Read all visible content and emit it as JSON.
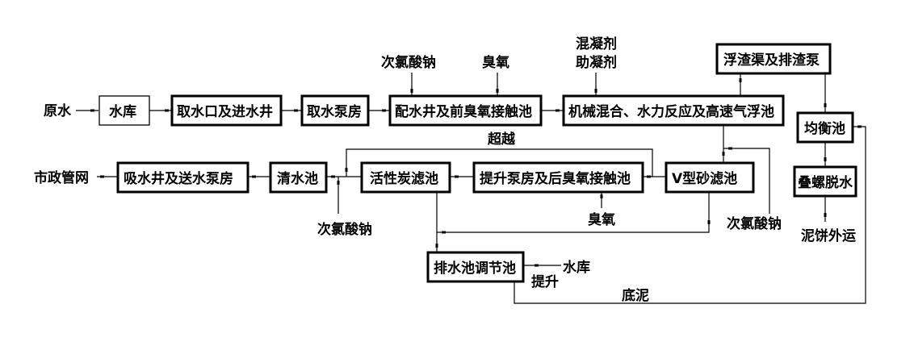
{
  "diagram": {
    "type": "process-flow",
    "nodes": {
      "raw_water": "原水",
      "reservoir": "水库",
      "intake": "取水口及进水井",
      "intake_pump": "取水泵房",
      "distribution_well": "配水井及前臭氧接触池",
      "mixing_flotation": "机械混合、水力反应及高速气浮池",
      "scum_channel": "浮渣渠及排渣泵",
      "equalization_tank": "均衡池",
      "screw_dewatering": "叠螺脱水",
      "cake_out": "泥饼外运",
      "v_filter": "V型砂滤池",
      "lift_pump_post_ozone": "提升泵房及后臭氧接触池",
      "gac_filter": "活性炭滤池",
      "clear_well": "清水池",
      "suction_pump": "吸水井及送水泵房",
      "municipal": "市政管网",
      "drain_regulation": "排水池调节池",
      "reservoir_return": "水库"
    },
    "inputs": {
      "naclo_pre": "次氯酸钠",
      "ozone_pre": "臭氧",
      "coagulant": "混凝剂",
      "coagulant_aid": "助凝剂",
      "naclo_filter": "次氯酸钠",
      "ozone_post": "臭氧",
      "naclo_final": "次氯酸钠"
    },
    "annotations": {
      "bypass": "超越",
      "lift": "提升",
      "sludge": "底泥"
    }
  }
}
